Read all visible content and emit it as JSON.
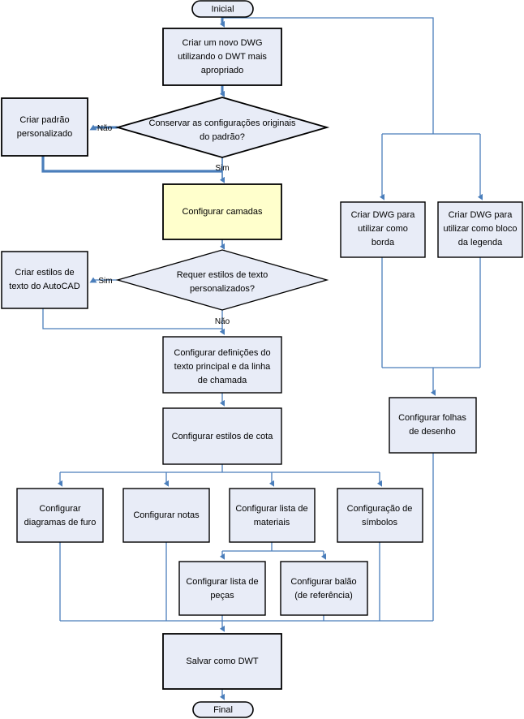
{
  "diagram": {
    "title": "Fluxograma de criacao de DWT AutoCAD",
    "colors": {
      "node_fill": "#e8ecf7",
      "node_stroke": "#000000",
      "highlight_fill": "#ffffcc",
      "connector": "#4a7ebb",
      "connector_thick": "#4a7ebb",
      "terminator_fill": "#e8ecf7",
      "background": "#ffffff"
    },
    "terminators": {
      "start": "Inicial",
      "end": "Final"
    },
    "edge_labels": {
      "nao_1": "Não",
      "sim_1": "Sim",
      "sim_2": "Sim",
      "nao_2": "Não"
    },
    "nodes": {
      "criar_dwg": {
        "lines": [
          "Criar um novo DWG",
          "utilizando o DWT mais",
          "apropriado"
        ]
      },
      "criar_padrao": {
        "lines": [
          "Criar padrão",
          "personalizado"
        ]
      },
      "conservar": {
        "lines": [
          "Conservar as configurações originais",
          "do padrão?"
        ]
      },
      "configurar_camadas": {
        "lines": [
          "Configurar camadas"
        ]
      },
      "criar_dwg_borda": {
        "lines": [
          "Criar DWG para",
          "utilizar como",
          "borda"
        ]
      },
      "criar_dwg_legenda": {
        "lines": [
          "Criar DWG para",
          "utilizar como bloco",
          "da legenda"
        ]
      },
      "criar_estilos_texto": {
        "lines": [
          "Criar estilos de",
          "texto do AutoCAD"
        ]
      },
      "requer_estilos": {
        "lines": [
          "Requer estilos de texto",
          "personalizados?"
        ]
      },
      "configurar_definicoes": {
        "lines": [
          "Configurar definições do",
          "texto principal e da linha",
          "de chamada"
        ]
      },
      "configurar_estilos_cota": {
        "lines": [
          "Configurar estilos de cota"
        ]
      },
      "configurar_folhas": {
        "lines": [
          "Configurar folhas",
          "de desenho"
        ]
      },
      "configurar_diagramas_furo": {
        "lines": [
          "Configurar",
          "diagramas de furo"
        ]
      },
      "configurar_notas": {
        "lines": [
          "Configurar notas"
        ]
      },
      "configurar_lista_materiais": {
        "lines": [
          "Configurar lista de",
          "materiais"
        ]
      },
      "configuracao_simbolos": {
        "lines": [
          "Configuração de",
          "símbolos"
        ]
      },
      "configurar_lista_pecas": {
        "lines": [
          "Configurar lista de",
          "peças"
        ]
      },
      "configurar_balao": {
        "lines": [
          "Configurar balão",
          "(de referência)"
        ]
      },
      "salvar_dwt": {
        "lines": [
          "Salvar como DWT"
        ]
      }
    }
  }
}
